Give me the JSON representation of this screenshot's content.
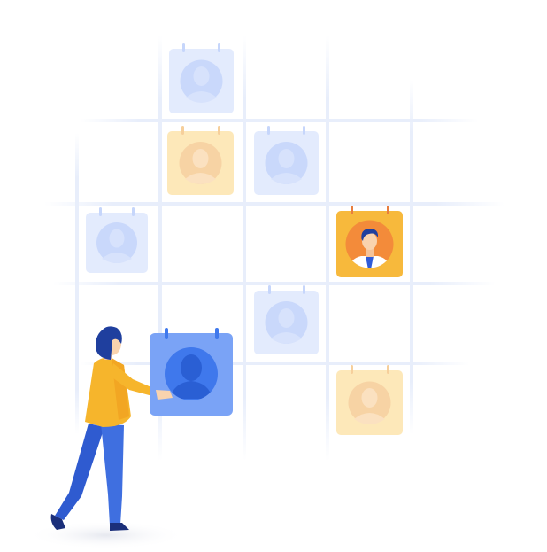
{
  "colors": {
    "background": "#ffffff",
    "grid_line": "#e8eefb",
    "blue_card": "#e3ebfd",
    "blue_card_face": "#c9d8fb",
    "blue_active": "#7aa3f6",
    "blue_active_face": "#3f78ec",
    "yellow_card": "#fde8b9",
    "yellow_card_face": "#f7cfa1",
    "orange_card": "#f7b93c",
    "woman_jacket": "#f6b52c",
    "woman_pants": "#3f6fe0",
    "woman_hair": "#1f3f9e",
    "shadow": "#eef0f5"
  },
  "cards": [
    {
      "name": "card-faded-blue",
      "style": "faded-blue",
      "icon": "person-silhouette-icon"
    },
    {
      "name": "card-faded-yellow",
      "style": "faded-yellow",
      "icon": "person-silhouette-icon"
    },
    {
      "name": "card-faded-blue",
      "style": "faded-blue",
      "icon": "person-silhouette-icon"
    },
    {
      "name": "card-faded-blue",
      "style": "faded-blue",
      "icon": "person-silhouette-icon"
    },
    {
      "name": "card-highlight-orange",
      "style": "highlight-orange",
      "icon": "businessman-avatar-icon"
    },
    {
      "name": "card-faded-blue",
      "style": "faded-blue",
      "icon": "person-silhouette-icon"
    },
    {
      "name": "card-active-blue",
      "style": "active-blue",
      "icon": "person-silhouette-icon"
    },
    {
      "name": "card-faded-yellow",
      "style": "faded-yellow",
      "icon": "person-silhouette-icon"
    }
  ]
}
